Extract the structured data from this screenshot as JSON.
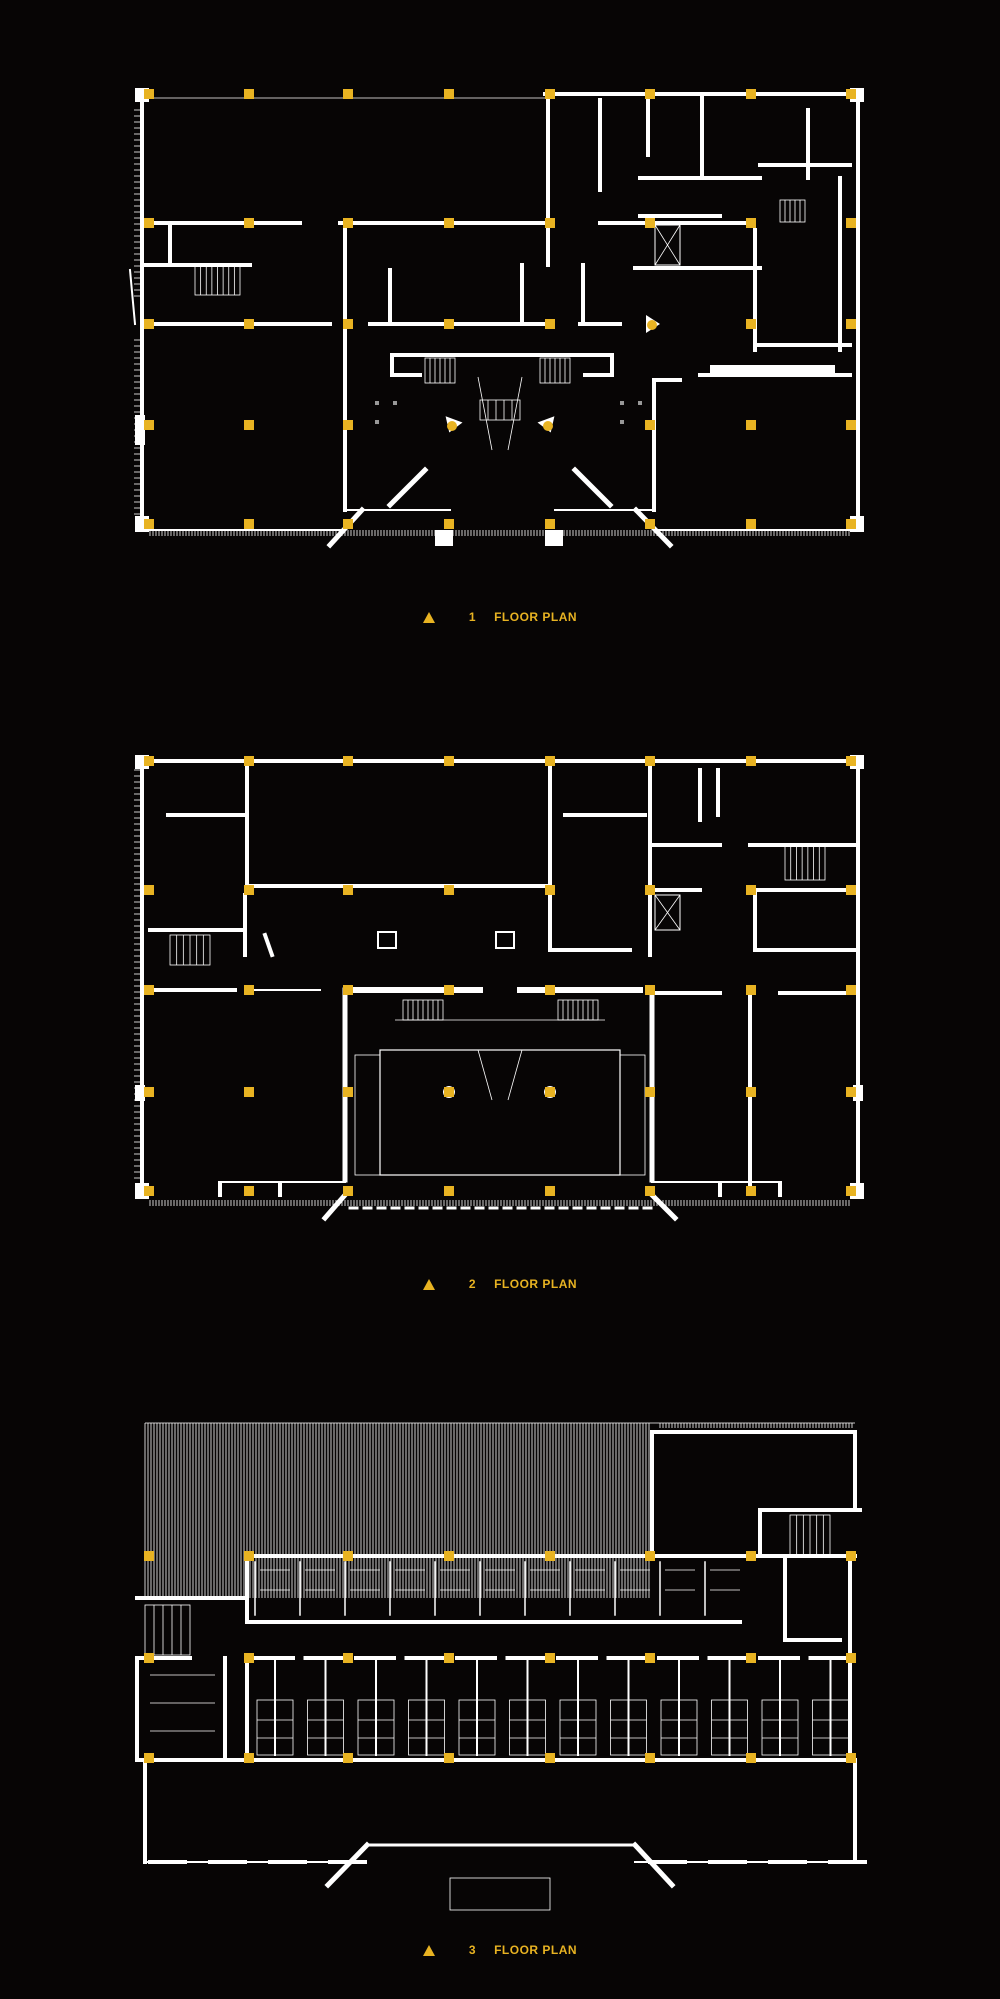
{
  "plans": [
    {
      "number": "1",
      "title": "FLOOR PLAN"
    },
    {
      "number": "2",
      "title": "FLOOR PLAN"
    },
    {
      "number": "3",
      "title": "FLOOR PLAN"
    }
  ],
  "colors": {
    "background": "#070505",
    "walls": "#ffffff",
    "columns": "#e8b322",
    "labels": "#e8b322"
  }
}
